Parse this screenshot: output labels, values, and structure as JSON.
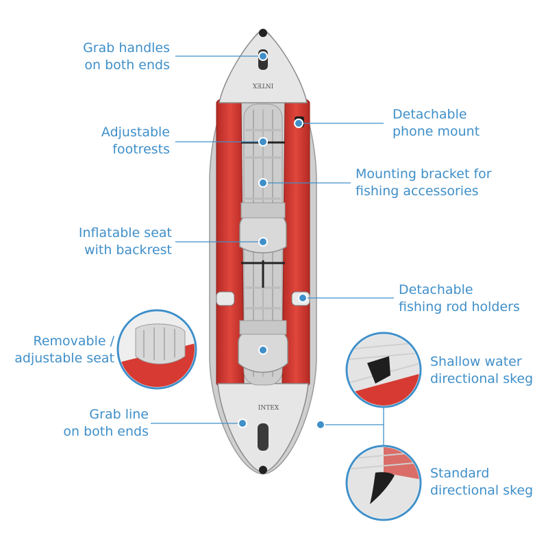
{
  "product": {
    "brand_text": "INTEX",
    "colors": {
      "hull_red": "#d63a32",
      "hull_grey": "#e3e3e3",
      "accent_blue": "#3f8fc9"
    }
  },
  "callouts": {
    "grab_handles": {
      "line1": "Grab handles",
      "line2": "on both ends"
    },
    "phone_mount": {
      "line1": "Detachable",
      "line2": "phone mount"
    },
    "footrests": {
      "line1": "Adjustable",
      "line2": "footrests"
    },
    "mounting_bracket": {
      "line1": "Mounting bracket for",
      "line2": "fishing accessories"
    },
    "seat": {
      "line1": "Inflatable seat",
      "line2": "with backrest"
    },
    "rod_holders": {
      "line1": "Detachable",
      "line2": "fishing rod holders"
    },
    "removable_seat": {
      "line1": "Removable /",
      "line2": "adjustable seat"
    },
    "shallow_skeg": {
      "line1": "Shallow water",
      "line2": "directional skeg"
    },
    "grab_line": {
      "line1": "Grab line",
      "line2": "on both ends"
    },
    "standard_skeg": {
      "line1": "Standard",
      "line2": "directional skeg"
    }
  }
}
